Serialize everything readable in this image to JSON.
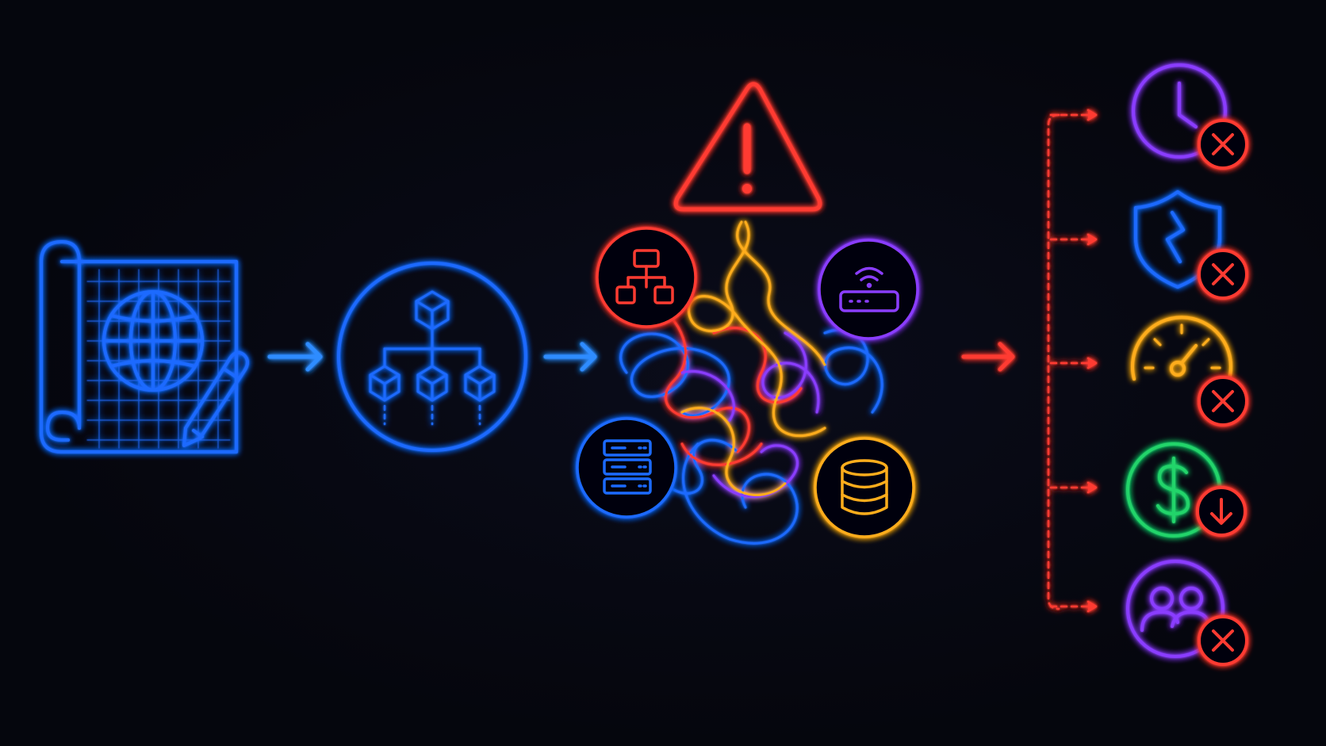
{
  "colors": {
    "background": "#05060d",
    "blue": "#1f6bff",
    "blue_light": "#2f8cff",
    "red": "#ff3b30",
    "purple": "#8a3cff",
    "orange": "#ffad1f",
    "green": "#22d46a"
  },
  "stages": [
    {
      "id": "blueprint",
      "icon": "blueprint-globe-icon"
    },
    {
      "id": "modular-architecture",
      "icon": "hierarchy-cubes-icon"
    },
    {
      "id": "tangled-system",
      "icon": "tangled-network-icon",
      "nodes": [
        "org-chart-icon",
        "router-icon",
        "server-rack-icon",
        "database-icon"
      ],
      "alert": "warning-triangle-icon"
    },
    {
      "id": "consequences"
    }
  ],
  "consequences": [
    {
      "icon": "clock-icon",
      "badge": "x-badge-icon",
      "color": "#8a3cff"
    },
    {
      "icon": "broken-shield-icon",
      "badge": "x-badge-icon",
      "color": "#1f6bff"
    },
    {
      "icon": "speedometer-icon",
      "badge": "x-badge-icon",
      "color": "#ffad1f"
    },
    {
      "icon": "dollar-icon",
      "badge": "down-arrow-badge-icon",
      "color": "#22d46a"
    },
    {
      "icon": "users-icon",
      "badge": "x-badge-icon",
      "color": "#8a3cff"
    }
  ]
}
